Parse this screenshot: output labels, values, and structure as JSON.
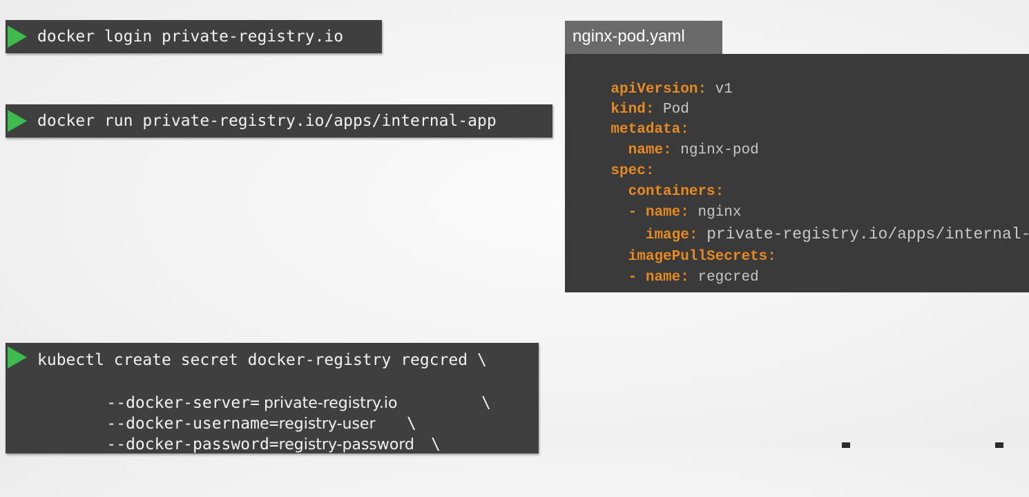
{
  "commands": {
    "docker_login": "docker login private-registry.io",
    "docker_run": "docker run private-registry.io/apps/internal-app",
    "kubectl": {
      "line1": "kubectl create secret docker-registry regcred \\",
      "server_arg": "--docker-server=",
      "server_val": "private-registry.io",
      "server_cont": "\\",
      "username_arg": "--docker-username=",
      "username_val": "registry-user",
      "username_cont": "\\",
      "password_arg": "--docker-password=",
      "password_val": "registry-password",
      "password_cont": "\\",
      "email_arg": "--docker-email=",
      "email_val": "registry-user@org.com"
    }
  },
  "yaml_file": {
    "filename": "nginx-pod.yaml",
    "lines": {
      "apiVersion_key": "apiVersion:",
      "apiVersion_val": "v1",
      "kind_key": "kind:",
      "kind_val": "Pod",
      "metadata_key": "metadata:",
      "meta_name_key": "name:",
      "meta_name_val": "nginx-pod",
      "spec_key": "spec:",
      "containers_key": "containers:",
      "container_name_key": "- name:",
      "container_name_val": "nginx",
      "image_key": "image:",
      "image_val": "private-registry.io/apps/internal-app",
      "pull_secrets_key": "imagePullSecrets:",
      "secret_name_key": "- name:",
      "secret_name_val": "regcred"
    }
  },
  "colors": {
    "play_icon": "#3dbb4c",
    "yaml_key": "#e78a1f",
    "terminal_bg": "#3f3f3f"
  }
}
